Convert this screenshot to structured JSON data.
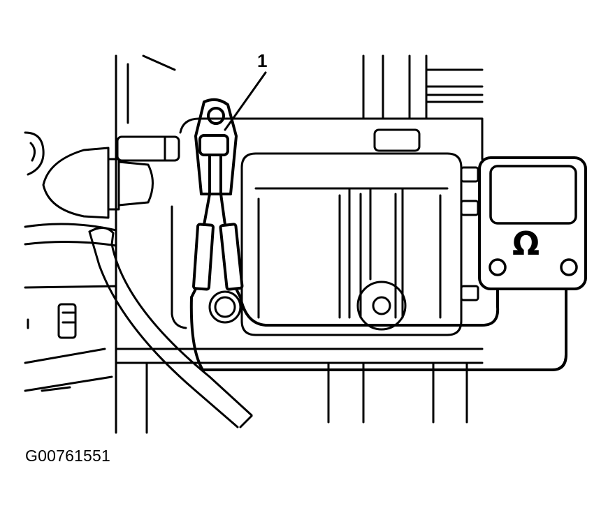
{
  "callout": {
    "number": "1"
  },
  "meter": {
    "unit_symbol": "Ω"
  },
  "figure": {
    "id": "G00761551"
  }
}
